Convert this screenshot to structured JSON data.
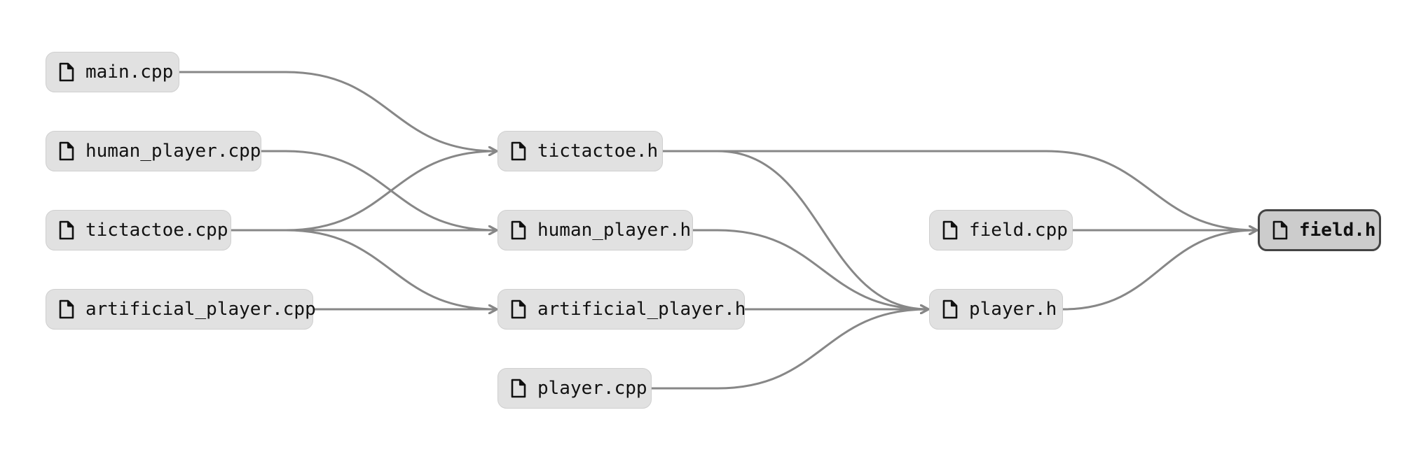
{
  "nodes": [
    {
      "id": "main_cpp",
      "label": "main.cpp"
    },
    {
      "id": "human_player_cpp",
      "label": "human_player.cpp"
    },
    {
      "id": "tictactoe_cpp",
      "label": "tictactoe.cpp"
    },
    {
      "id": "artificial_player_cpp",
      "label": "artificial_player.cpp"
    },
    {
      "id": "tictactoe_h",
      "label": "tictactoe.h"
    },
    {
      "id": "human_player_h",
      "label": "human_player.h"
    },
    {
      "id": "artificial_player_h",
      "label": "artificial_player.h"
    },
    {
      "id": "player_cpp",
      "label": "player.cpp"
    },
    {
      "id": "field_cpp",
      "label": "field.cpp"
    },
    {
      "id": "player_h",
      "label": "player.h"
    },
    {
      "id": "field_h",
      "label": "field.h",
      "selected": true
    }
  ],
  "edges": [
    [
      "main_cpp",
      "tictactoe_h"
    ],
    [
      "human_player_cpp",
      "human_player_h"
    ],
    [
      "tictactoe_cpp",
      "tictactoe_h"
    ],
    [
      "tictactoe_cpp",
      "human_player_h"
    ],
    [
      "tictactoe_cpp",
      "artificial_player_h"
    ],
    [
      "artificial_player_cpp",
      "artificial_player_h"
    ],
    [
      "tictactoe_h",
      "field_h"
    ],
    [
      "tictactoe_h",
      "player_h"
    ],
    [
      "human_player_h",
      "player_h"
    ],
    [
      "artificial_player_h",
      "player_h"
    ],
    [
      "player_cpp",
      "player_h"
    ],
    [
      "field_cpp",
      "field_h"
    ],
    [
      "player_h",
      "field_h"
    ]
  ],
  "icon": "file-icon",
  "colors": {
    "edge": "#878787",
    "node_fill": "#e1e1e1",
    "node_border": "#cfcfcf",
    "selected_fill": "#cccccc",
    "selected_border": "#444444"
  }
}
